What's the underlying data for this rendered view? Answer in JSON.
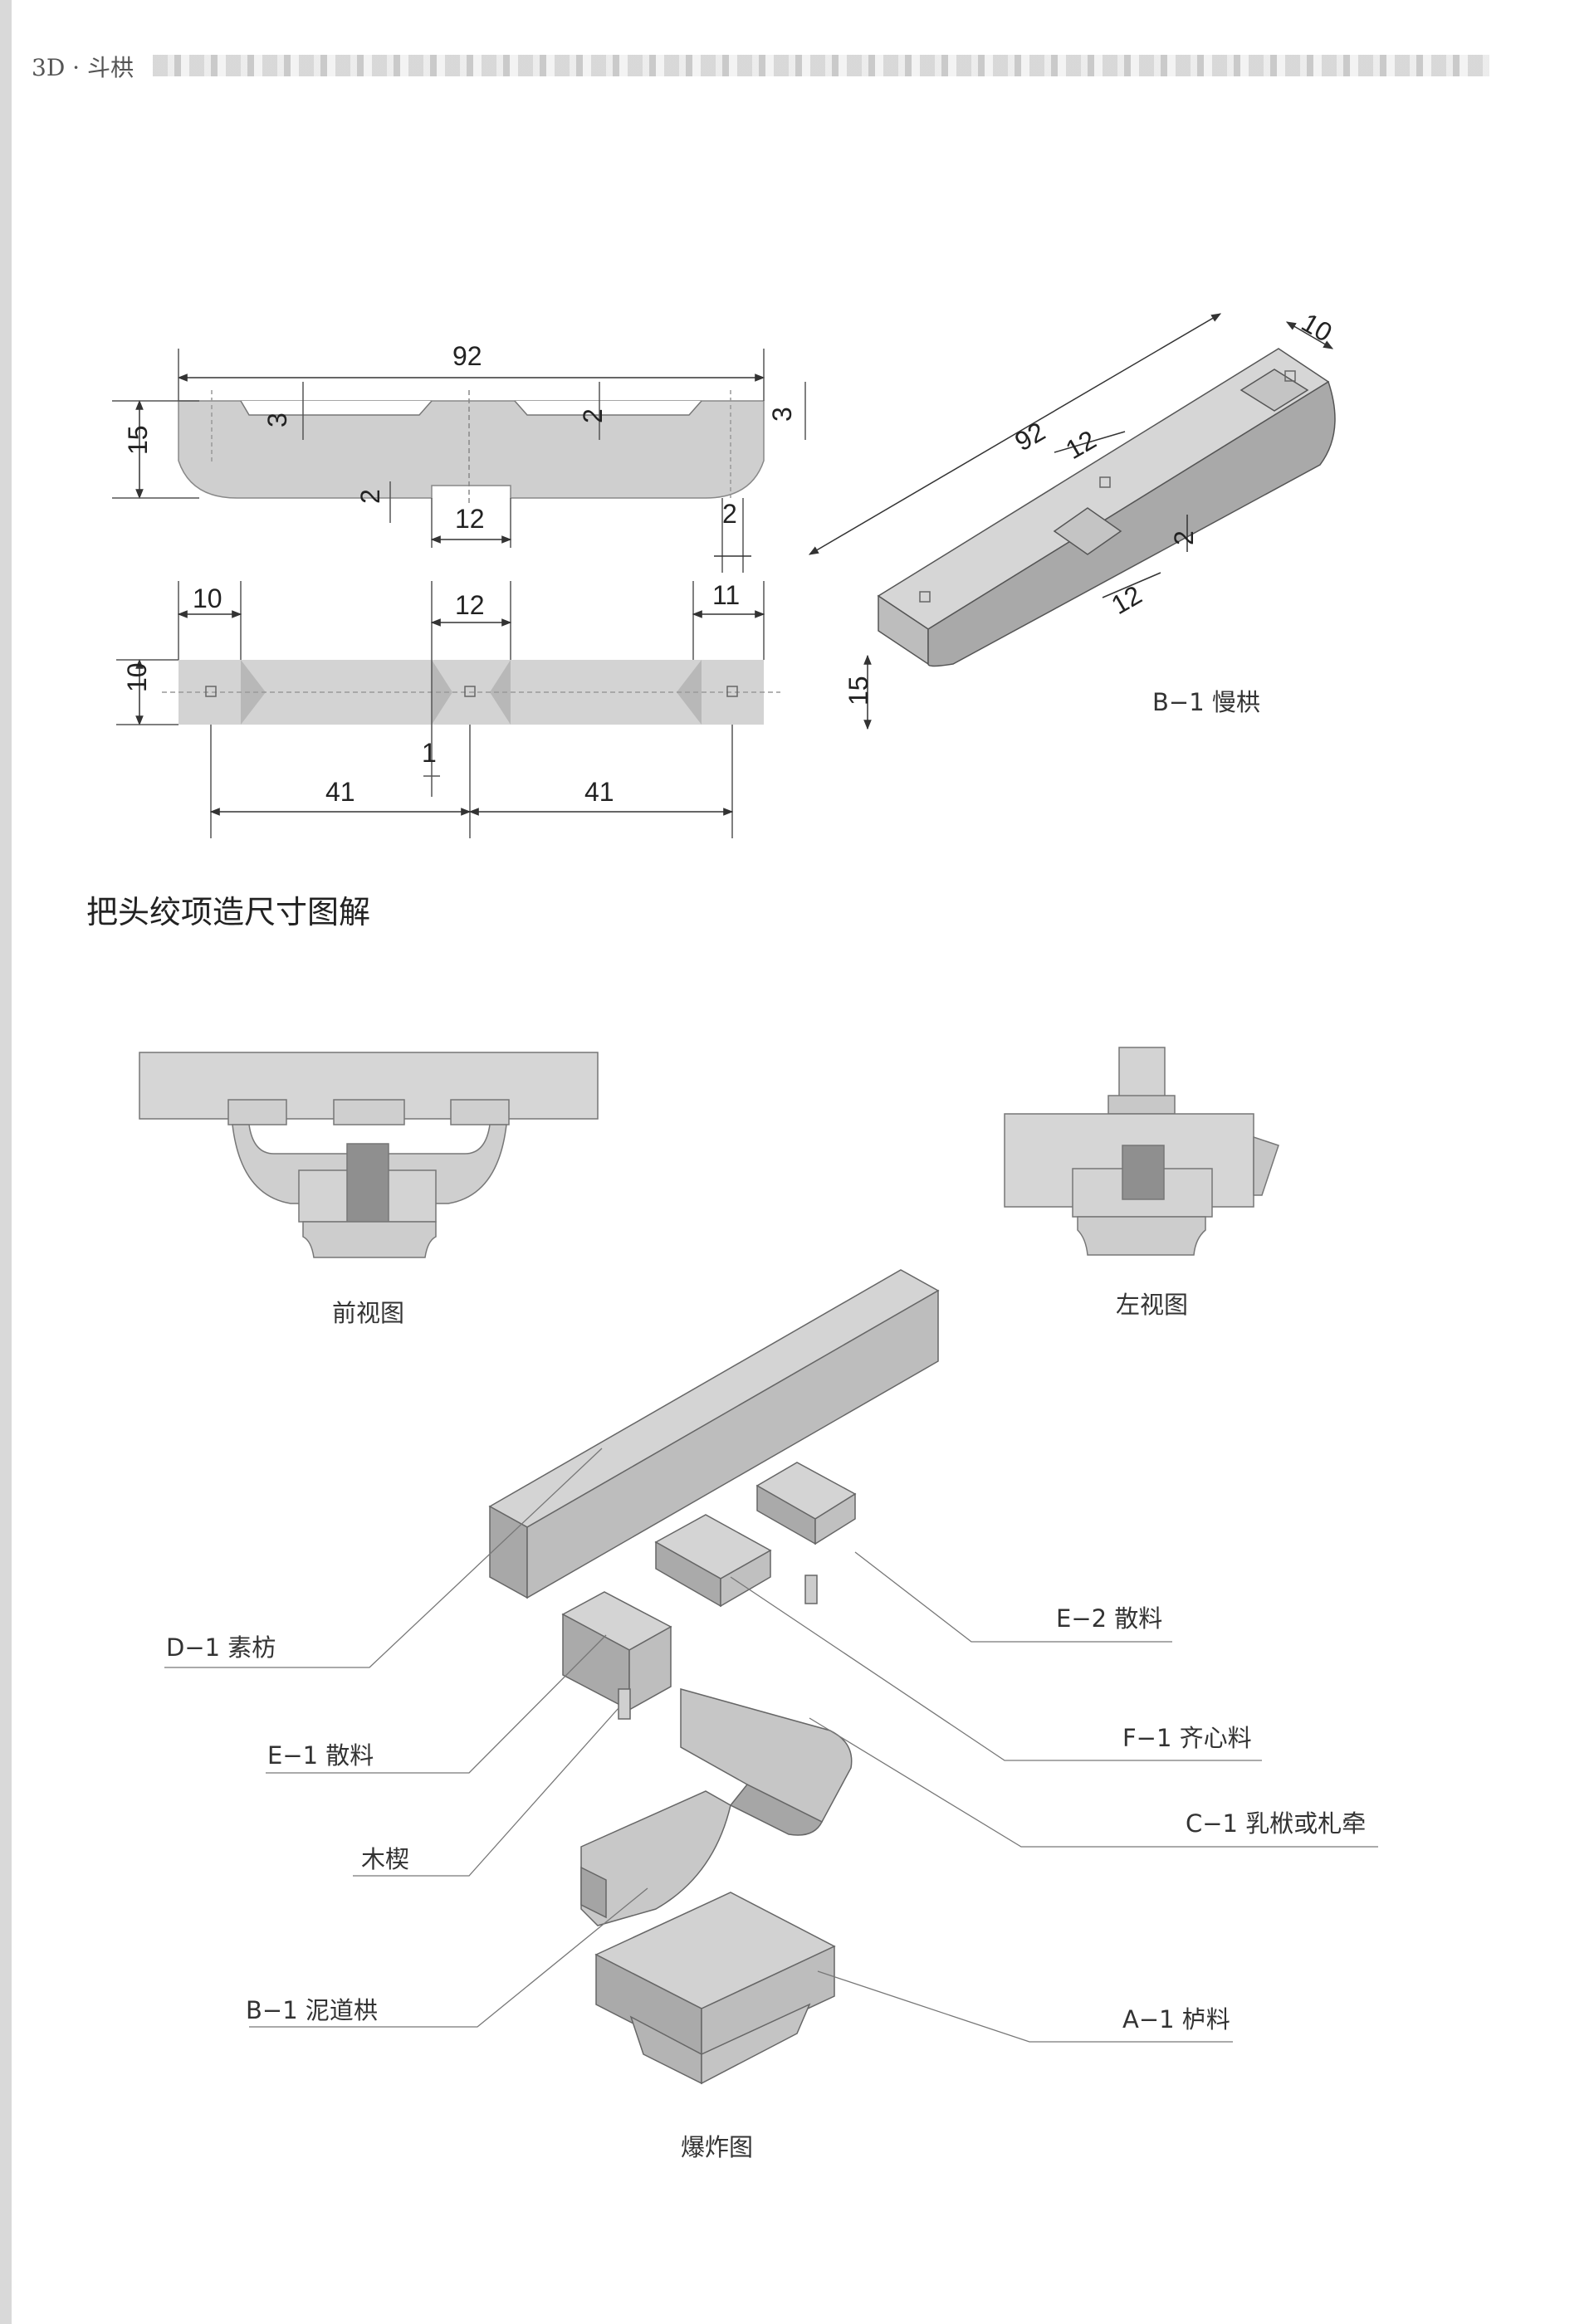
{
  "header": {
    "label": "3D · 斗栱"
  },
  "section_title": "把头绞项造尺寸图解",
  "dims": {
    "top_len": "92",
    "top_h": "15",
    "top_cut3_left": "3",
    "top_cut2_mid": "2",
    "top_cut3_right": "3",
    "top_notch2": "2",
    "top_notch12": "12",
    "top_end2": "2",
    "plan_10": "10",
    "plan_12": "12",
    "plan_11": "11",
    "plan_w": "10",
    "plan_1": "1",
    "plan_41a": "41",
    "plan_41b": "41",
    "iso_len": "92",
    "iso_w": "10",
    "iso_12a": "12",
    "iso_2": "2",
    "iso_12b": "12",
    "iso_h": "15"
  },
  "captions": {
    "b1_mangong": "B−1 慢栱",
    "front_view": "前视图",
    "left_view": "左视图",
    "exploded": "爆炸图"
  },
  "parts": {
    "d1": "D−1 素枋",
    "e1": "E−1 散料",
    "mu": "木楔",
    "b1": "B−1 泥道栱",
    "e2": "E−2 散料",
    "f1": "F−1 齐心料",
    "c1": "C−1 乳栿或札牵",
    "a1": "A−1 栌料"
  },
  "colors": {
    "face_light": "#e2e2e2",
    "face_mid": "#c4c4c4",
    "face_dark": "#9a9a9a",
    "line": "#444444"
  }
}
